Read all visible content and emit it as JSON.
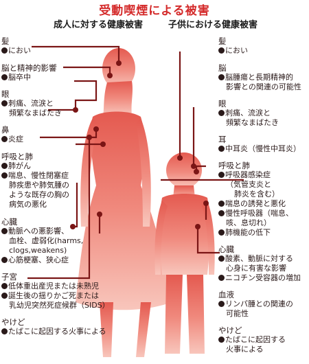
{
  "title": "受動喫煙による被害",
  "adult_header": "成人に対する健康被害",
  "child_header": "子供における健康被害",
  "colors": {
    "title": "#d42a2a",
    "silhouette": "#e87468",
    "line": "#7a1515",
    "dot": "#7a1515"
  },
  "adult": {
    "hair": {
      "head": "髪",
      "items": [
        "におい"
      ]
    },
    "brain": {
      "head": "脳と精神的影響",
      "items": [
        "脳卒中"
      ]
    },
    "eye": {
      "head": "眼",
      "items": [
        "刺痛、流涙と",
        "頻繁なまばたき"
      ]
    },
    "nose": {
      "head": "鼻",
      "items": [
        "炎症"
      ]
    },
    "lungs": {
      "head": "呼吸と肺",
      "items": [
        "肺がん",
        "喘息、慢性閉塞症",
        "肺疾患や肺気腫の",
        "ような既存の胸の",
        "病気の悪化"
      ]
    },
    "heart": {
      "head": "心臓",
      "items": [
        "動脈への悪影響、",
        "血栓、虚弱化(harms,",
        "clogs,weakens)",
        "心筋梗塞、狭心症"
      ]
    },
    "uterus": {
      "head": "子宮",
      "items": [
        "低体重出産児または未熟児",
        "誕生後の揺りかご死または",
        "乳幼児突然死症候群（SIDS）"
      ]
    },
    "burns": {
      "head": "やけど",
      "items": [
        "たばこに起因する火事による"
      ]
    }
  },
  "child": {
    "hair": {
      "head": "髪",
      "items": [
        "におい"
      ]
    },
    "brain": {
      "head": "脳",
      "items": [
        "脳腫瘍と長期精神的",
        "影響との関連の可能性"
      ]
    },
    "eye": {
      "head": "眼",
      "items": [
        "刺痛、流涙と",
        "頻繁なまばたき"
      ]
    },
    "ear": {
      "head": "耳",
      "items": [
        "中耳炎（慢性中耳炎）"
      ]
    },
    "lungs": {
      "head": "呼吸と肺",
      "items": [
        "呼吸器感染症",
        "（気管支炎と",
        "肺炎を含む）",
        "喘息の誘発と悪化",
        "慢性呼吸器（喘息、",
        "咳、息切れ）",
        "肺機能の低下"
      ]
    },
    "heart": {
      "head": "心臓",
      "items": [
        "酸素、動脈に対する",
        "心身に有害な影響",
        "ニコチン受容器の増加"
      ]
    },
    "blood": {
      "head": "血液",
      "items": [
        "リンパ腫との関連の",
        "可能性"
      ]
    },
    "burns": {
      "head": "やけど",
      "items": [
        "たばこに起因する",
        "火事による"
      ]
    }
  }
}
